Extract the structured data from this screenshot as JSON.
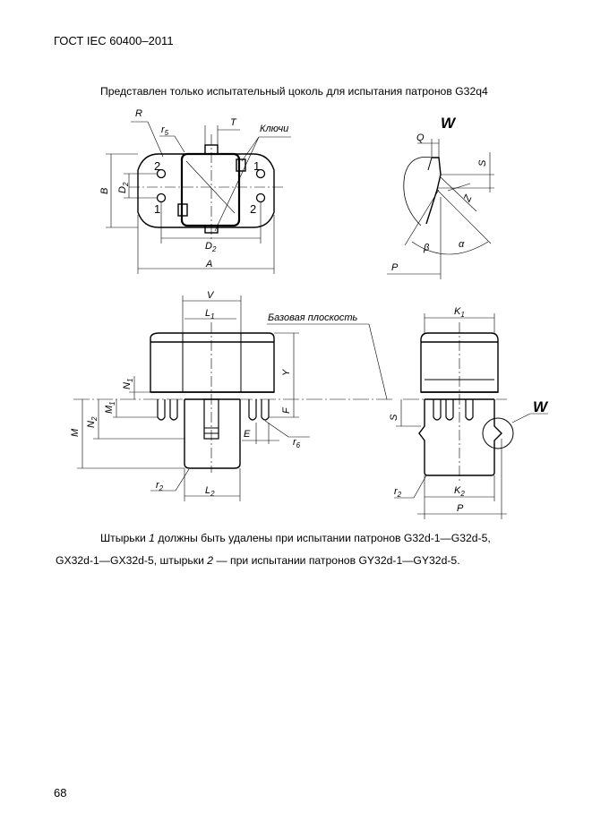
{
  "header": {
    "title": "ГОСТ IEC 60400–2011"
  },
  "caption": {
    "text": "Представлен только испытательный цоколь для испытания патронов G32q4"
  },
  "labels": {
    "R": "R",
    "r": "r",
    "s5": "5",
    "T": "T",
    "klyuchi": "Ключи",
    "B": "B",
    "D": "D",
    "s2": "2",
    "A": "A",
    "W": "W",
    "Q": "Q",
    "S": "S",
    "Z": "Z",
    "beta": "β",
    "alpha": "α",
    "P": "P",
    "V": "V",
    "L": "L",
    "s1": "1",
    "Y": "Y",
    "N": "N",
    "M": "M",
    "F": "F",
    "E": "E",
    "s6": "6",
    "K": "K",
    "baza": "Базовая плоскость",
    "pin1": "1",
    "pin2": "2"
  },
  "note": {
    "l1_a": "Штырьки ",
    "l1_num1": "1",
    "l1_b": " должны быть удалены при испытании патронов G32d-1—G32d-5,",
    "l2_a": "GX32d-1—GX32d-5, штырьки ",
    "l2_num2": "2",
    "l2_b": " — при испытании патронов GY32d-1—GY32d-5."
  },
  "footer": {
    "page_number": "68"
  }
}
